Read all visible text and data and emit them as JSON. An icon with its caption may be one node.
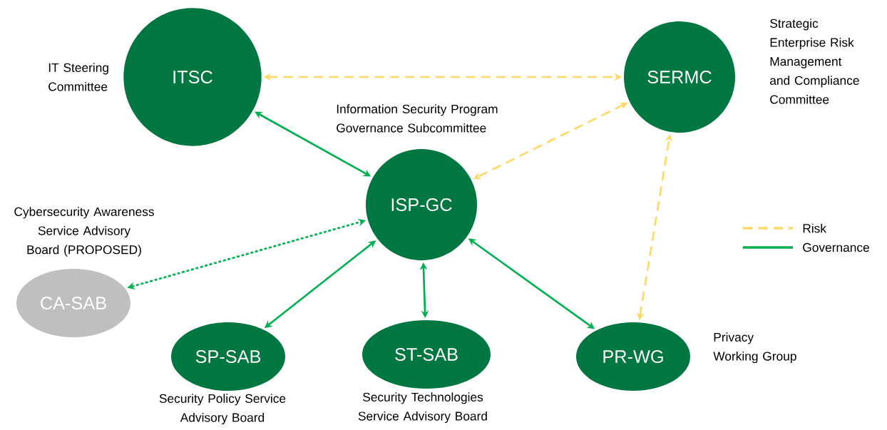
{
  "diagram": {
    "nodes": [
      {
        "text": [
          "ITSC"
        ],
        "beside": [
          "IT Steering Committee"
        ]
      },
      {
        "text": [
          "SERMC"
        ],
        "beside": [
          "Strategic Enterprise Risk Management and Compliance Committee"
        ]
      },
      {
        "text": [
          "ISP-GC"
        ],
        "beside": [
          "Information Security Program Governance Subcommittee"
        ]
      },
      {
        "text": [
          "CA-SAB"
        ],
        "beside": [
          "Cybersecurity Awareness Service Advisory Board (PROPOSED)"
        ]
      },
      {
        "text": [
          "SP-SAB"
        ],
        "beside": [
          "Security Policy Service Advisory Board"
        ]
      },
      {
        "text": [
          "ST-SAB"
        ],
        "beside": [
          "Security Technologies Service Advisory Board"
        ]
      },
      {
        "text": [
          "PR-WG"
        ],
        "beside": [
          "Privacy Working Group"
        ]
      }
    ],
    "edges": [
      {
        "from": 0,
        "to": 1,
        "arrow": "both",
        "style": "dashed",
        "color": "#ffd966"
      },
      {
        "from": 0,
        "to": 2,
        "arrow": "both"
      },
      {
        "from": 1,
        "to": 2,
        "arrow": "both",
        "style": "dashed",
        "color": "#ffd966"
      },
      {
        "from": 3,
        "to": 2,
        "arrow": "both",
        "style": "dashed"
      },
      {
        "from": 4,
        "to": 2,
        "arrow": "both"
      },
      {
        "from": 5,
        "to": 2,
        "arrow": "both"
      },
      {
        "from": 6,
        "to": 2,
        "arrow": "both"
      },
      {
        "from": 6,
        "to": 1,
        "arrow": "both",
        "style": "dashed",
        "color": "#ffd966"
      }
    ],
    "legend": [
      {
        "text": "Risk"
      },
      {
        "text": "Governance"
      }
    ]
  }
}
